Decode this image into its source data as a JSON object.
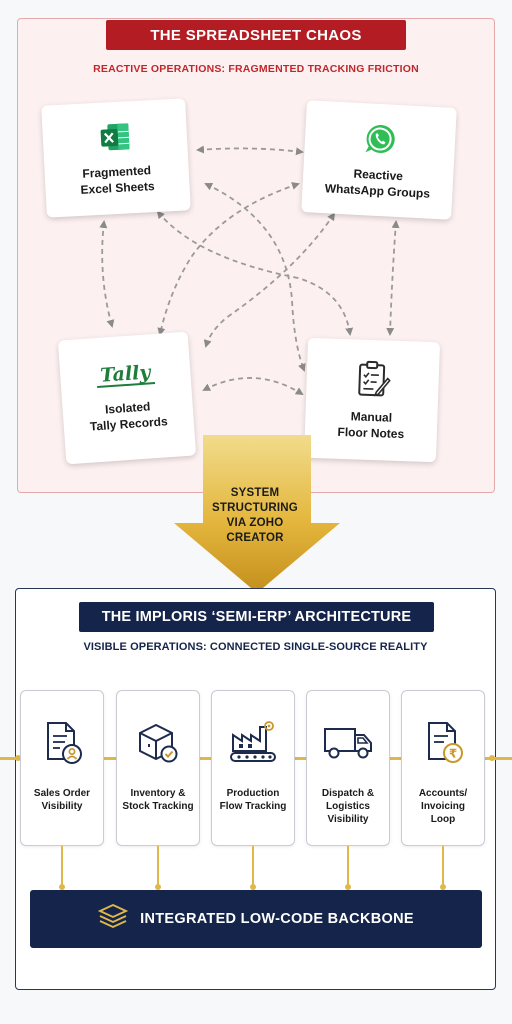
{
  "chaos": {
    "title": "THE SPREADSHEET CHAOS",
    "subtitle": "REACTIVE OPERATIONS: FRAGMENTED TRACKING FRICTION",
    "cards": {
      "excel": {
        "line1": "Fragmented",
        "line2": "Excel Sheets",
        "icon": "excel-icon"
      },
      "whatsapp": {
        "line1": "Reactive",
        "line2": "WhatsApp Groups",
        "icon": "whatsapp-icon"
      },
      "tally": {
        "logo_text": "Tally",
        "line1": "Isolated",
        "line2": "Tally Records",
        "icon": "tally-logo"
      },
      "notes": {
        "line1": "Manual",
        "line2": "Floor Notes",
        "icon": "clipboard-pen-icon"
      }
    }
  },
  "transition": {
    "line1": "SYSTEM",
    "line2": "STRUCTURING",
    "line3": "VIA ZOHO",
    "line4": "CREATOR"
  },
  "erp": {
    "title": "THE IMPLORIS ‘SEMI-ERP’ ARCHITECTURE",
    "subtitle": "VISIBLE OPERATIONS: CONNECTED SINGLE-SOURCE REALITY",
    "modules": [
      {
        "lines": [
          "Sales Order",
          "Visibility"
        ],
        "icon": "sales-order-document-user-icon"
      },
      {
        "lines": [
          "Inventory &",
          "Stock Tracking"
        ],
        "icon": "inventory-box-check-icon"
      },
      {
        "lines": [
          "Production",
          "Flow Tracking"
        ],
        "icon": "factory-conveyor-icon"
      },
      {
        "lines": [
          "Dispatch &",
          "Logistics",
          "Visibility"
        ],
        "icon": "delivery-truck-icon"
      },
      {
        "lines": [
          "Accounts/",
          "Invoicing",
          "Loop"
        ],
        "icon": "rupee-invoice-icon"
      }
    ],
    "backbone": {
      "label": "INTEGRATED LOW-CODE BACKBONE",
      "icon": "stacked-layers-icon"
    }
  },
  "colors": {
    "chaos_red": "#b31c22",
    "chaos_panel": "#fdf0f0",
    "navy": "#15244a",
    "gold": "#e0b84a"
  }
}
